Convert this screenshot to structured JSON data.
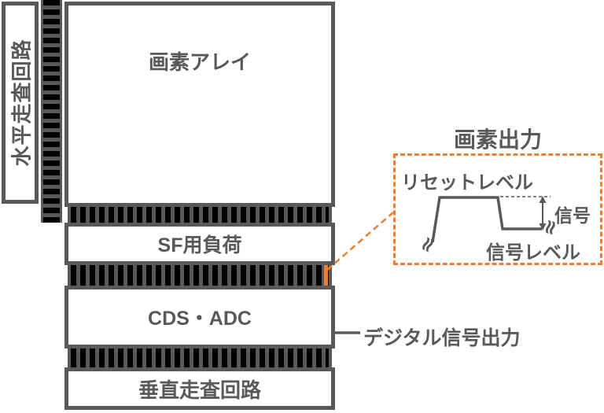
{
  "diagram": {
    "blocks": {
      "horizontal_scan": "水平走査回路",
      "pixel_array": "画素アレイ",
      "sf_load": "SF用負荷",
      "cds_adc": "CDS・ADC",
      "vertical_scan": "垂直走査回路"
    },
    "digital_output_label": "デジタル信号出力",
    "inset": {
      "title": "画素出力",
      "reset_level_label": "リセットレベル",
      "signal_label": "信号",
      "signal_level_label": "信号レベル",
      "break_symbol": "≈"
    },
    "colors": {
      "line_gray": "#595959",
      "bus_black": "#000000",
      "accent_orange": "#ED7D31"
    }
  }
}
